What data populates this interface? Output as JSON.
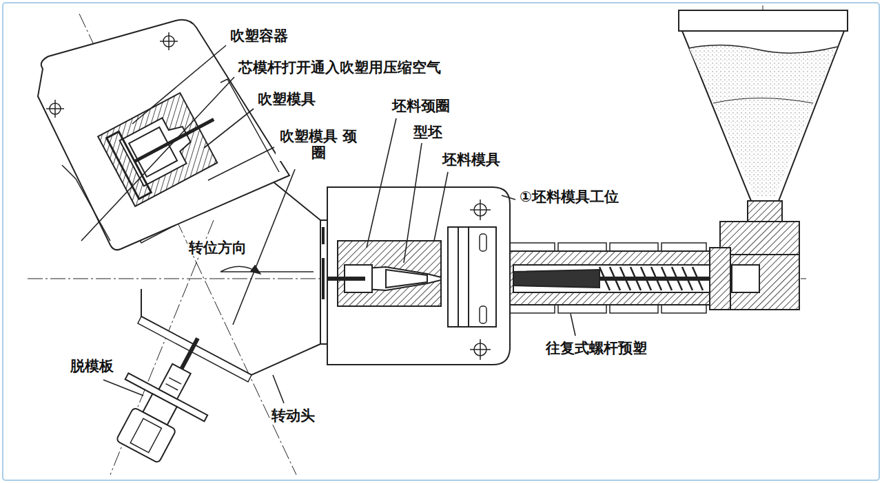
{
  "diagram": {
    "labels": [
      "吹塑容器",
      "芯模杆打开通入吹塑用压缩空气",
      "吹塑模具",
      "吹塑模具 颈圈",
      "坯料颈圈",
      "型坯",
      "坯料模具",
      "①坯料模具工位",
      "转位方向",
      "往复式螺杆预塑",
      "脱模板",
      "转动头"
    ]
  }
}
